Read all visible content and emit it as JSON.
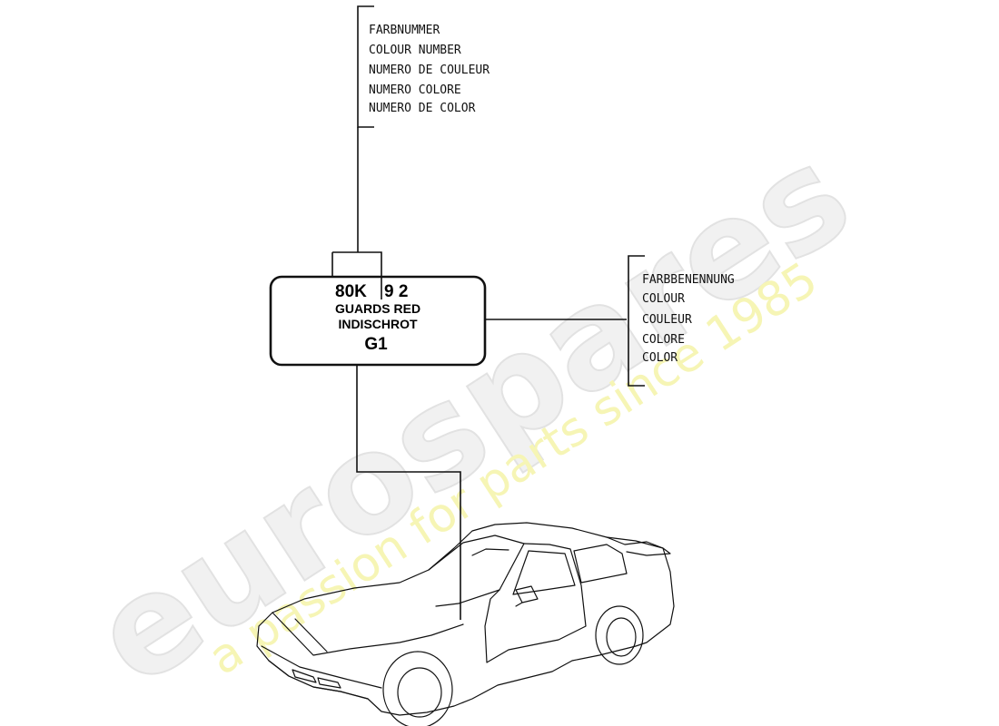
{
  "top_callout": {
    "lines": [
      "FARBNUMMER",
      "COLOUR NUMBER",
      "NUMERO DE COULEUR",
      "NUMERO COLORE",
      "NUMERO DE COLOR"
    ]
  },
  "label": {
    "code_part1": "80K",
    "code_part2": "9 2",
    "name_en": "GUARDS RED",
    "name_de": "INDISCHROT",
    "code_g": "G1"
  },
  "right_callout": {
    "lines": [
      "FARBBENENNUNG",
      "COLOUR",
      "COULEUR",
      "COLORE",
      "COLOR"
    ]
  },
  "watermark": {
    "brand": "eurospares",
    "tagline": "a passion for parts since 1985",
    "colors": {
      "brand": "#ececec",
      "tagline": "#f4f3a8"
    }
  }
}
